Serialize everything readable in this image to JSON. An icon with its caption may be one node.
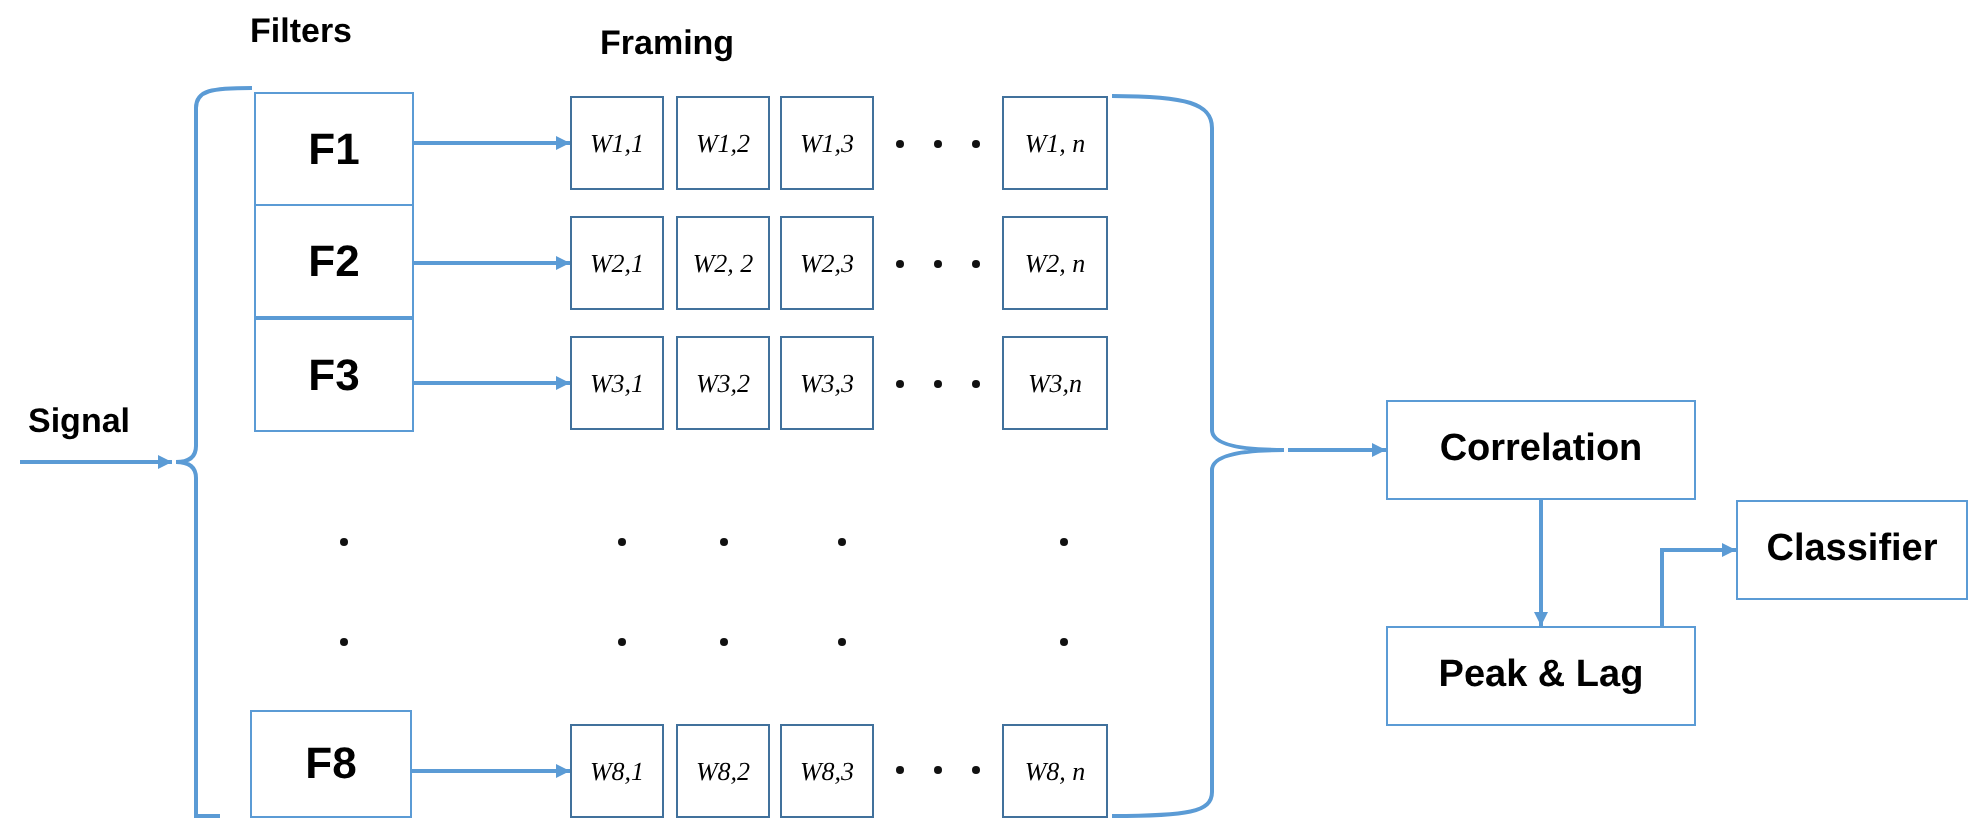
{
  "diagram": {
    "nodes": [
      {
        "text": [],
        "shape": "brace"
      },
      {
        "text": [
          "F1"
        ]
      },
      {
        "text": [
          "F2"
        ]
      },
      {
        "text": [
          "F3"
        ]
      },
      {
        "text": [
          "F8"
        ]
      },
      {
        "text": [
          "W1,1"
        ]
      },
      {
        "text": [
          "W1,2"
        ]
      },
      {
        "text": [
          "W1,3"
        ]
      },
      {
        "text": [
          "W1, n"
        ]
      },
      {
        "text": [
          "W2,1"
        ]
      },
      {
        "text": [
          "W2, 2"
        ]
      },
      {
        "text": [
          "W2,3"
        ]
      },
      {
        "text": [
          "W2, n"
        ]
      },
      {
        "text": [
          "W3,1"
        ]
      },
      {
        "text": [
          "W3,2"
        ]
      },
      {
        "text": [
          "W3,3"
        ]
      },
      {
        "text": [
          "W3,n"
        ]
      },
      {
        "text": [
          "W8,1"
        ]
      },
      {
        "text": [
          "W8,2"
        ]
      },
      {
        "text": [
          "W8,3"
        ]
      },
      {
        "text": [
          "W8, n"
        ]
      },
      {
        "text": [],
        "shape": "brace"
      },
      {
        "text": [
          "Correlation"
        ]
      },
      {
        "text": [
          "Peak & Lag"
        ]
      },
      {
        "text": [
          "Classifier"
        ]
      }
    ],
    "edges": [
      {
        "from": null,
        "to": 0,
        "arrow": "to",
        "label": "Signal"
      },
      {
        "from": 1,
        "to": 5,
        "arrow": "to"
      },
      {
        "from": 2,
        "to": 9,
        "arrow": "to"
      },
      {
        "from": 3,
        "to": 13,
        "arrow": "to"
      },
      {
        "from": 4,
        "to": 17,
        "arrow": "to"
      },
      {
        "from": 21,
        "to": 22,
        "arrow": "to"
      },
      {
        "from": 22,
        "to": 23,
        "arrow": "to"
      },
      {
        "from": 23,
        "to": 24,
        "arrow": "to"
      }
    ],
    "labels": [
      "Filters",
      "Framing"
    ]
  }
}
